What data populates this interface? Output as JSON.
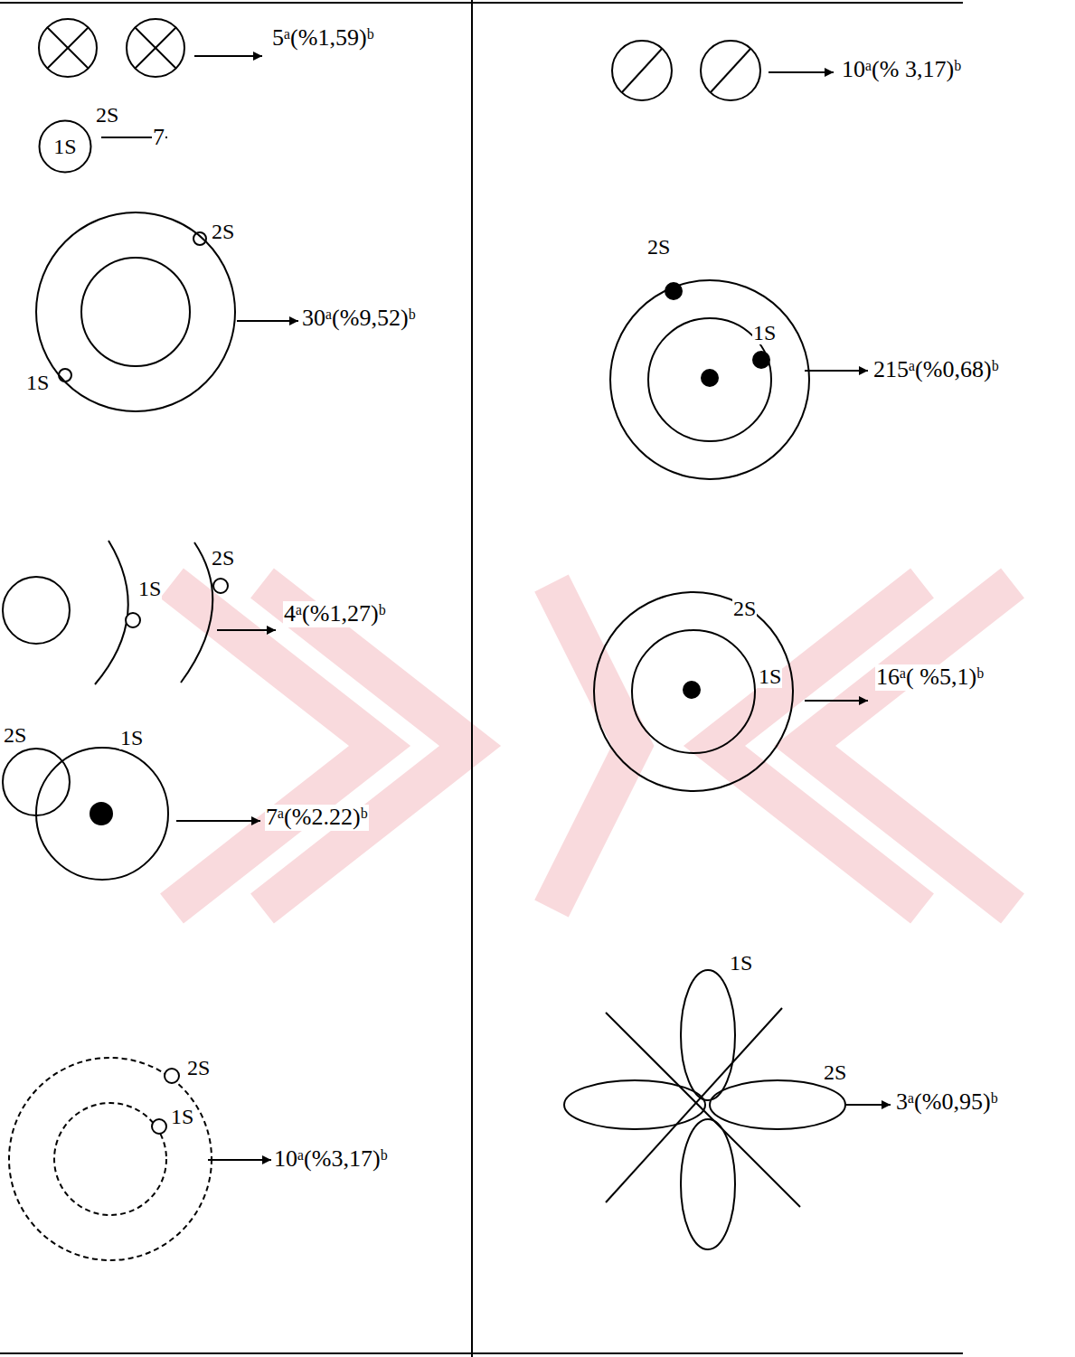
{
  "diagram": {
    "nodes": [
      {
        "text": [
          "1S"
        ]
      }
    ],
    "labels": [
      "5ᵃ(%1,59)ᵇ",
      "2S",
      "7",
      "2S",
      "30ᵃ(%9,52)ᵇ",
      "1S",
      "1S",
      "2S",
      "4ᵃ(%1,27)ᵇ",
      "2S",
      "1S",
      "7ᵃ(%2.22)ᵇ",
      "2S",
      "1S",
      "10ᵃ(%3,17)ᵇ",
      "10ᵃ(% 3,17)ᵇ",
      "2S",
      "1S",
      "215ᵃ(%0,68)ᵇ",
      "2S",
      "1S",
      "16ᵃ( %5,1)ᵇ",
      "1S",
      "2S",
      "3ᵃ(%0,95)ᵇ"
    ]
  }
}
